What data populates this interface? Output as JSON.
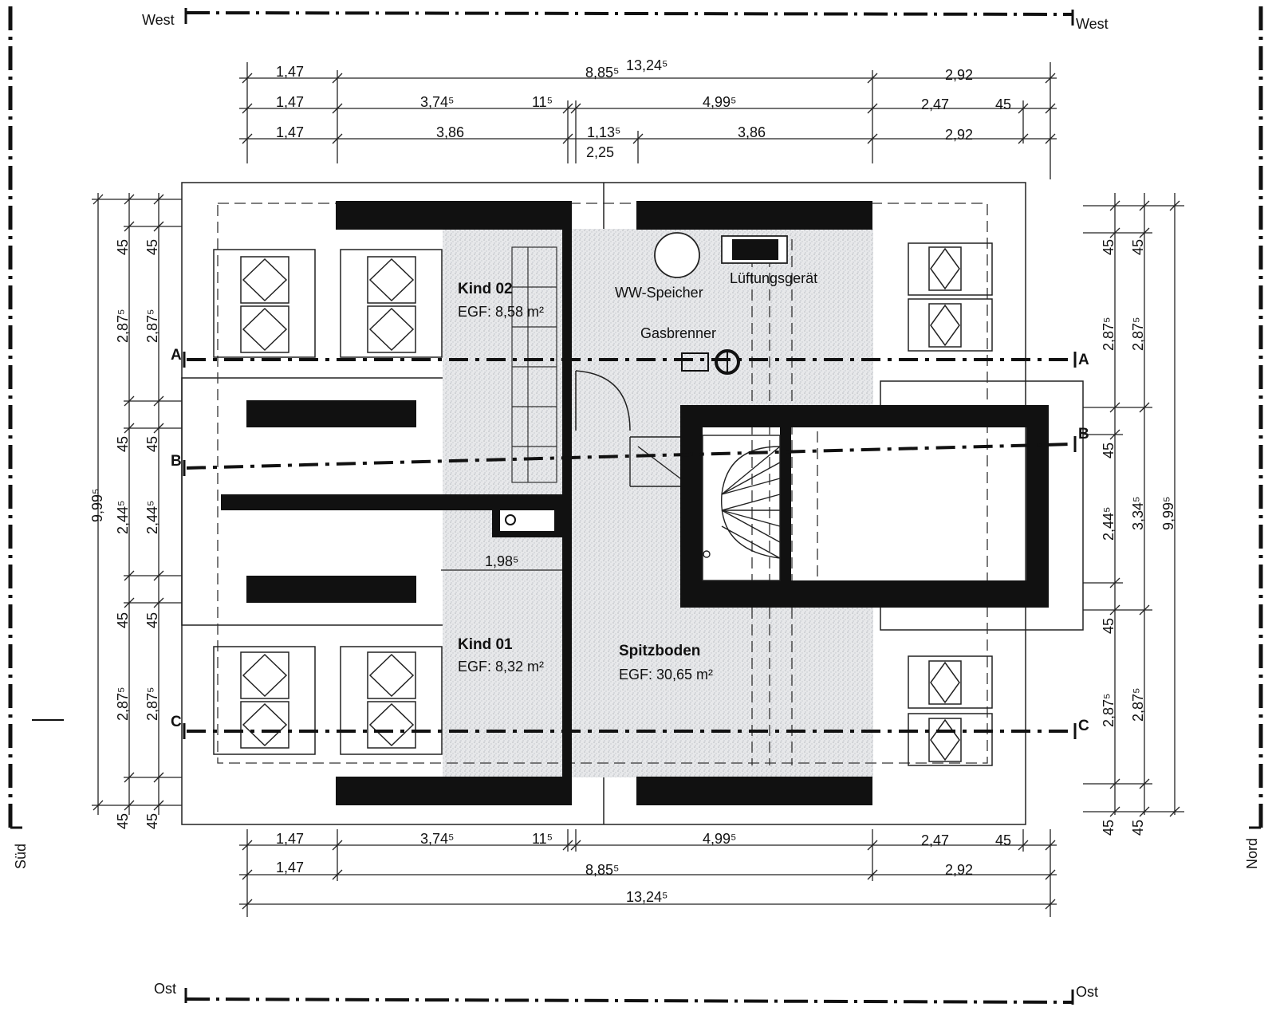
{
  "compass": {
    "west_left": "West",
    "west_right": "West",
    "east_left": "Ost",
    "east_right": "Ost",
    "south": "Süd",
    "north": "Nord"
  },
  "sections": {
    "a_left": "A",
    "a_right": "A",
    "b_left": "B",
    "b_right": "B",
    "c_left": "C",
    "c_right": "C"
  },
  "rooms": {
    "kind02": {
      "name": "Kind 02",
      "area": "EGF: 8,58 m²"
    },
    "kind01": {
      "name": "Kind 01",
      "area": "EGF: 8,32 m²"
    },
    "spitzboden": {
      "name": "Spitzboden",
      "area": "EGF: 30,65 m²"
    }
  },
  "equipment": {
    "storage": "WW-Speicher",
    "ventilation": "Lüftungsgerät",
    "burner": "Gasbrenner"
  },
  "dims_top": {
    "r1": {
      "a": "1,47",
      "b": "8,85⁵",
      "total": "13,24⁵",
      "c": "2,92"
    },
    "r2": {
      "a": "1,47",
      "b": "3,74⁵",
      "c": "11⁵",
      "d": "4,99⁵",
      "e": "2,47",
      "f": "45"
    },
    "r3": {
      "a": "1,47",
      "b": "3,86",
      "c": "1,13⁵",
      "d": "3,86",
      "e": "2,92",
      "f": "2,25"
    }
  },
  "dims_bottom": {
    "r1": {
      "a": "1,47",
      "b": "3,74⁵",
      "c": "11⁵",
      "d": "4,99⁵",
      "e": "2,47",
      "f": "45"
    },
    "r2": {
      "a": "1,47",
      "b": "8,85⁵",
      "c": "2,92"
    },
    "r3": {
      "total": "13,24⁵"
    }
  },
  "dims_left": {
    "total": "9,99⁵",
    "c1": [
      "45",
      "2,87⁵",
      "45",
      "2,44⁵",
      "45",
      "2,87⁵",
      "45"
    ],
    "c2": [
      "45",
      "2,87⁵",
      "45",
      "2,44⁵",
      "45",
      "2,87⁵",
      "45"
    ]
  },
  "dims_right": {
    "c1": [
      "45",
      "2,87⁵",
      "45",
      "2,44⁵",
      "45",
      "2,87⁵",
      "45"
    ],
    "c2": [
      "45",
      "2,87⁵",
      "3,34⁵",
      "2,87⁵",
      "45"
    ],
    "total": "9,99⁵"
  },
  "inner_dim": "1,98⁵"
}
